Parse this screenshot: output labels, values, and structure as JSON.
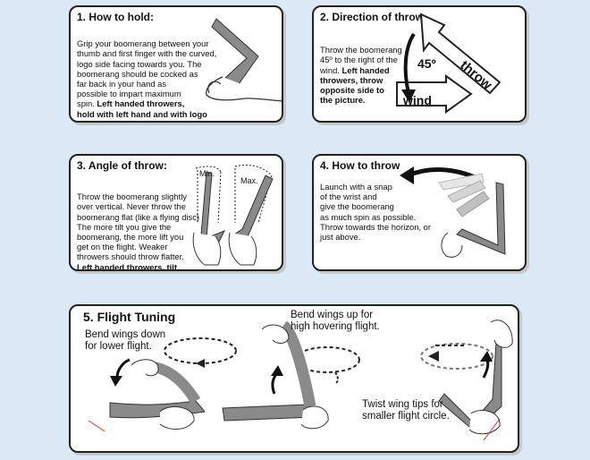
{
  "panel1": {
    "title": "1. How to hold:",
    "text": "Grip your boomerang between your\nthumb and first finger with the curved,\nlogo side facing towards you. The\nboomerang should be cocked as\nfar back in your hand as\npossible to impart maximum\nspin. ",
    "bold": "Left handed throwers,\nhold with left hand and with logo\nfacing towards you."
  },
  "panel2": {
    "title": "2. Direction of throw",
    "text": "Throw the boomerang\n45º to the right of the\nwind. ",
    "bold": " Left handed\nthrowers, throw\nopposite side to\nthe picture.",
    "angle_label": "45º",
    "throw_label": "throw",
    "wind_label": "wind"
  },
  "panel3": {
    "title": "3. Angle of throw:",
    "text": "Throw the boomerang slightly\nover vertical. Never throw the\nboomerang flat (like a flying disc)\nThe more tilt you give the\nboomerang, the more lift you\nget on the flight. Weaker\nthrowers should throw flatter.\n",
    "bold": "Left handed throwers, tilt\nopposite way to the picture.",
    "min_label": "Min.",
    "max_label": "Max."
  },
  "panel4": {
    "title": "4. How to throw",
    "text": "Launch with a snap\nof the wrist and\ngive the boomerang\nas much spin as possible.\nThrow towards the horizon, or\njust above."
  },
  "panel5": {
    "title": "5. Flight Tuning",
    "down_label": "Bend wings down\nfor lower flight.",
    "up_label": "Bend wings up for\nhigh hovering flight.",
    "twist_label": "Twist wing tips for\nsmaller flight circle."
  }
}
